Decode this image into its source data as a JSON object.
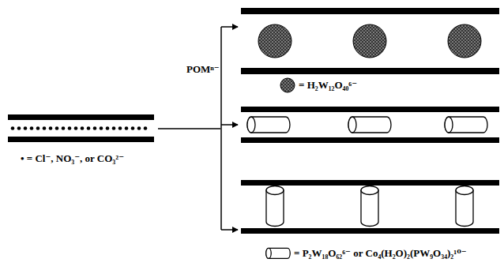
{
  "diagram": {
    "labels": [
      "• = Cl⁻, NO₃⁻, or CO₃²⁻",
      "POMⁿ⁻",
      "= H₂W₁₂O₄₀⁶⁻",
      "= P₂W₁₈O₆₂⁶⁻ or Co₄(H₂O)₂(PW₉O₃₄)₂¹⁰⁻"
    ]
  }
}
